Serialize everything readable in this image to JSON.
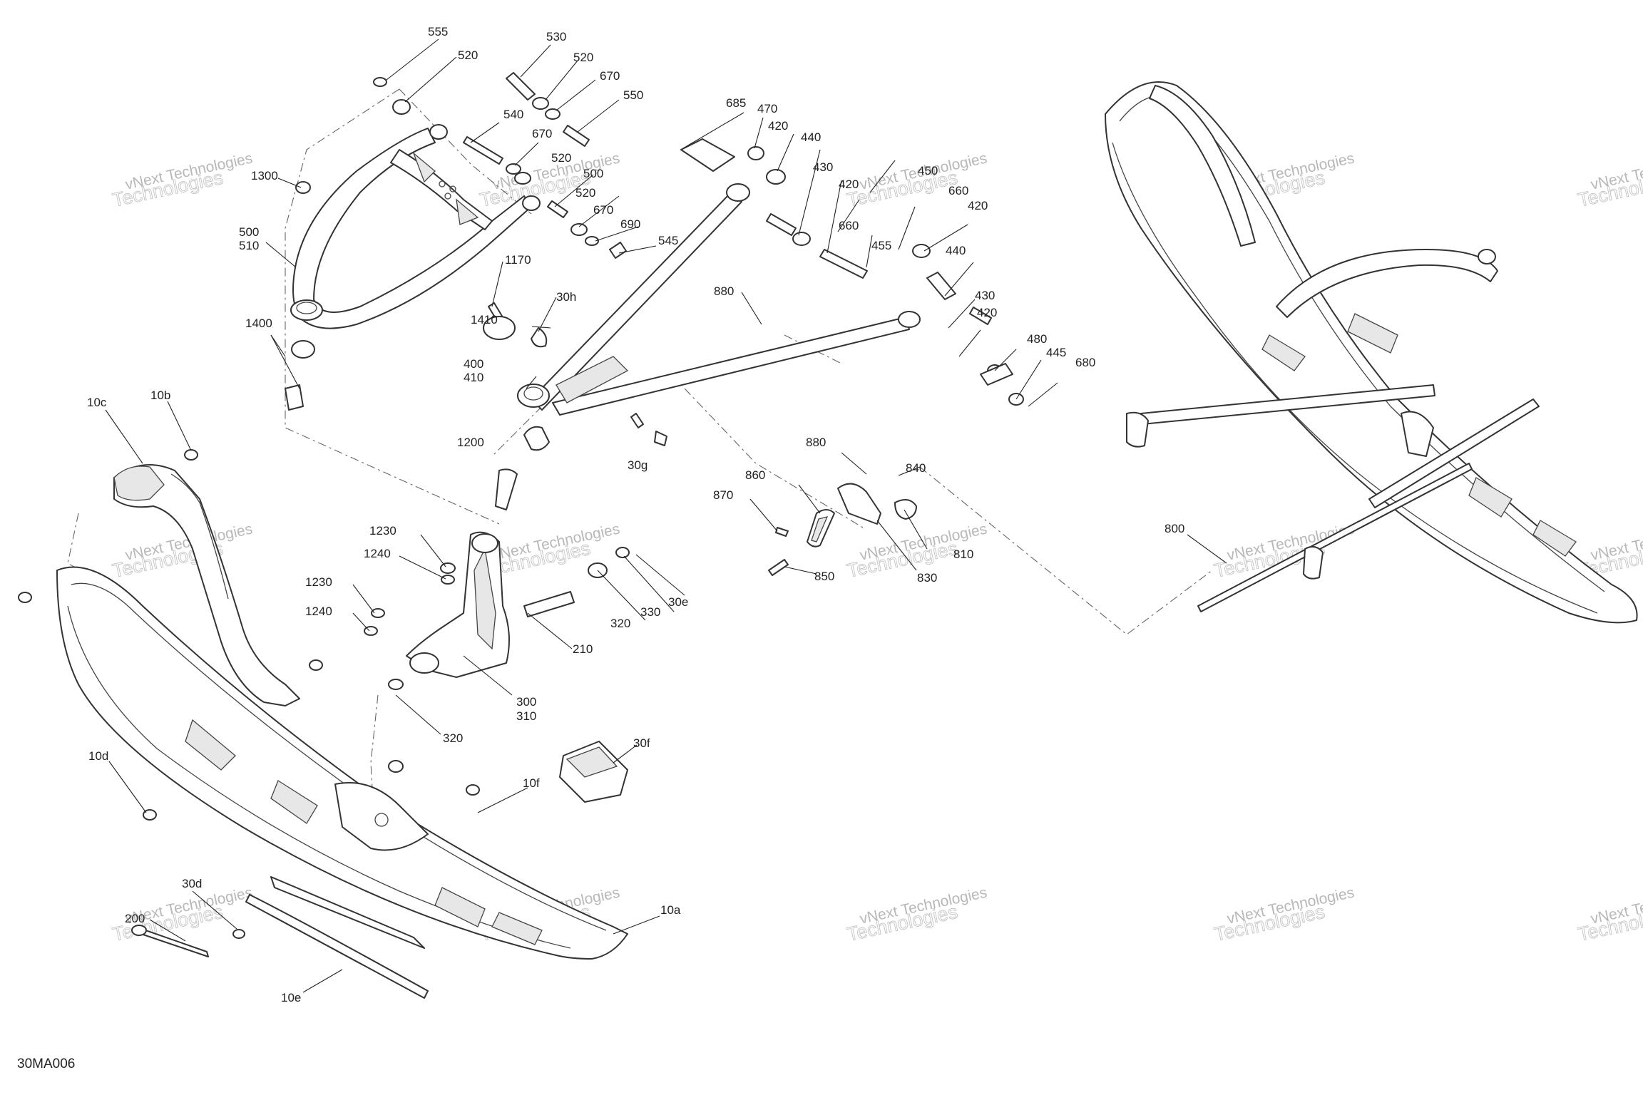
{
  "diagram_code": "30MA006",
  "watermark": {
    "line1": "vNext Technologies",
    "line2": "Technologies"
  },
  "part_labels": [
    "555",
    "520",
    "530",
    "520",
    "670",
    "550",
    "540",
    "670",
    "520",
    "500",
    "520",
    "670",
    "690",
    "545",
    "1300",
    "500",
    "510",
    "1170",
    "30h",
    "1410",
    "1400",
    "400",
    "410",
    "1200",
    "30g",
    "685",
    "470",
    "420",
    "440",
    "430",
    "420",
    "450",
    "660",
    "660",
    "420",
    "455",
    "440",
    "430",
    "420",
    "480",
    "445",
    "680",
    "880",
    "880",
    "840",
    "860",
    "870",
    "810",
    "850",
    "830",
    "1230",
    "1240",
    "1230",
    "1240",
    "330",
    "30e",
    "320",
    "210",
    "300",
    "310",
    "320",
    "10c",
    "10b",
    "10d",
    "30f",
    "10f",
    "30d",
    "200",
    "10a",
    "10e",
    "800"
  ]
}
